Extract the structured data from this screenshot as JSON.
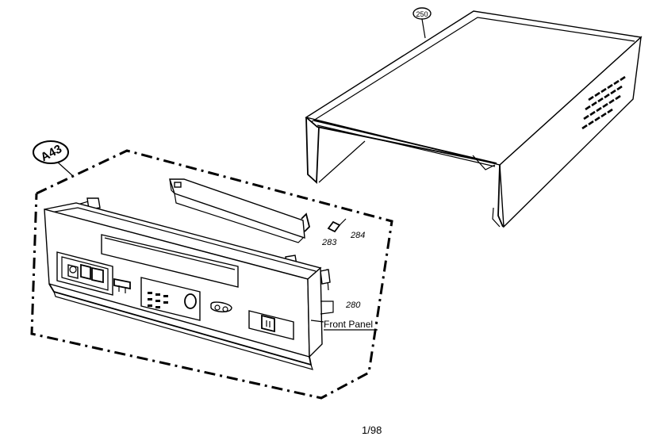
{
  "callouts": {
    "cabinet": "250",
    "assembly": "A43",
    "bracket": "283",
    "screw": "284",
    "panel": "280"
  },
  "labels": {
    "front_panel": "Front Panel"
  },
  "page_number": "1/98"
}
